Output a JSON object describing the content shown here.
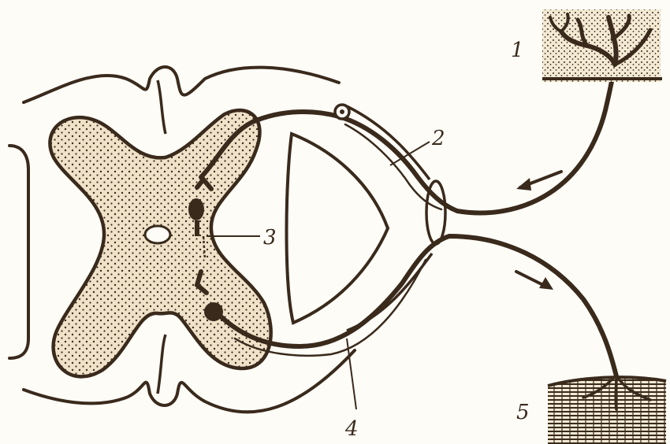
{
  "colors": {
    "background": "#fdfcf7",
    "ink": "#3a2a1c",
    "grey_matter_fill": "#efe2c9"
  },
  "labels": {
    "receptor": "1",
    "sensory_fiber": "2",
    "interneuron": "3",
    "motor_fiber": "4",
    "effector": "5"
  }
}
